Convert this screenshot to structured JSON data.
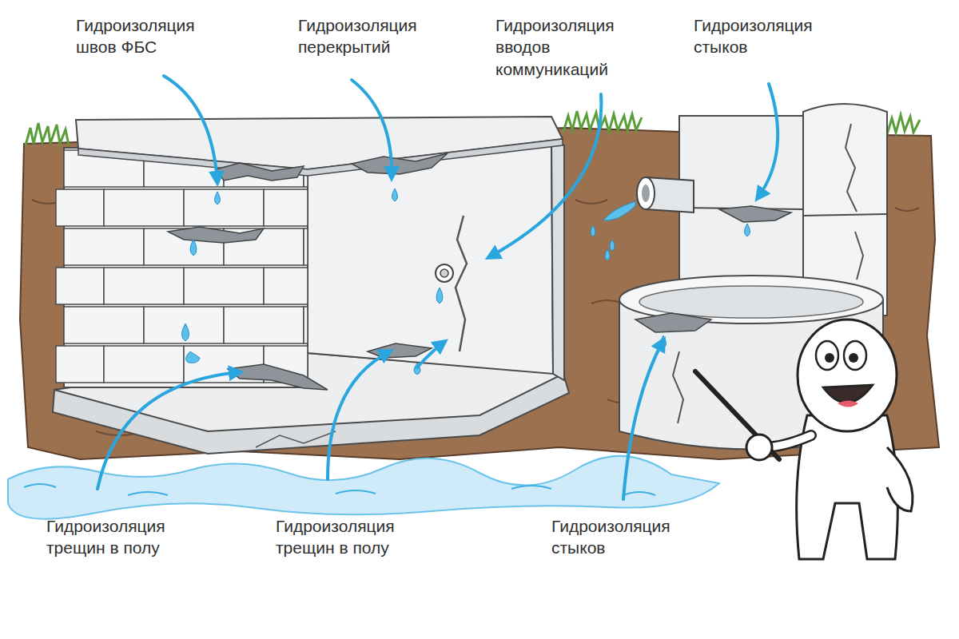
{
  "diagram": {
    "labels": [
      "Гидроизоляция швов ФБС",
      "Гидроизоляция перекрытий",
      "Гидроизоляция вводов коммуникаций",
      "Гидроизоляция стыков",
      "Гидроизоляция трещин в полу",
      "Гидроизоляция трещин в полу",
      "Гидроизоляция стыков"
    ]
  }
}
